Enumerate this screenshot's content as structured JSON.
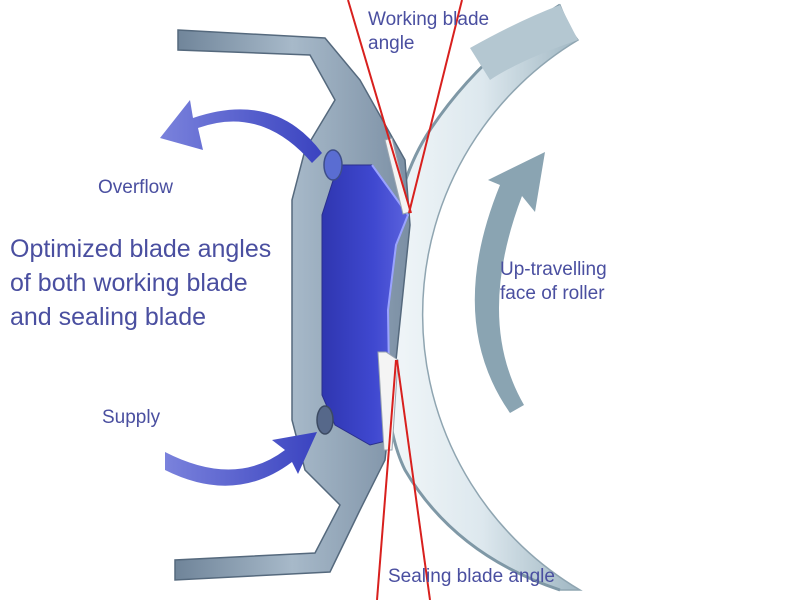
{
  "labels": {
    "working_blade_angle": [
      "Working blade",
      "angle"
    ],
    "overflow": "Overflow",
    "main_caption": [
      "Optimized blade angles",
      "of both working blade",
      "and sealing blade"
    ],
    "up_travelling": [
      "Up-travelling",
      "face of roller"
    ],
    "supply": "Supply",
    "sealing_blade_angle": "Sealing blade angle"
  },
  "colors": {
    "text": "#4a4fa0",
    "frame": "#8fa3b6",
    "chamber": "#3d44c8",
    "roller": "#dfeaef",
    "flow_arrow": "#4b55c8",
    "roller_arrow": "#8aa4b2",
    "angle_lines": "#d8201e"
  }
}
